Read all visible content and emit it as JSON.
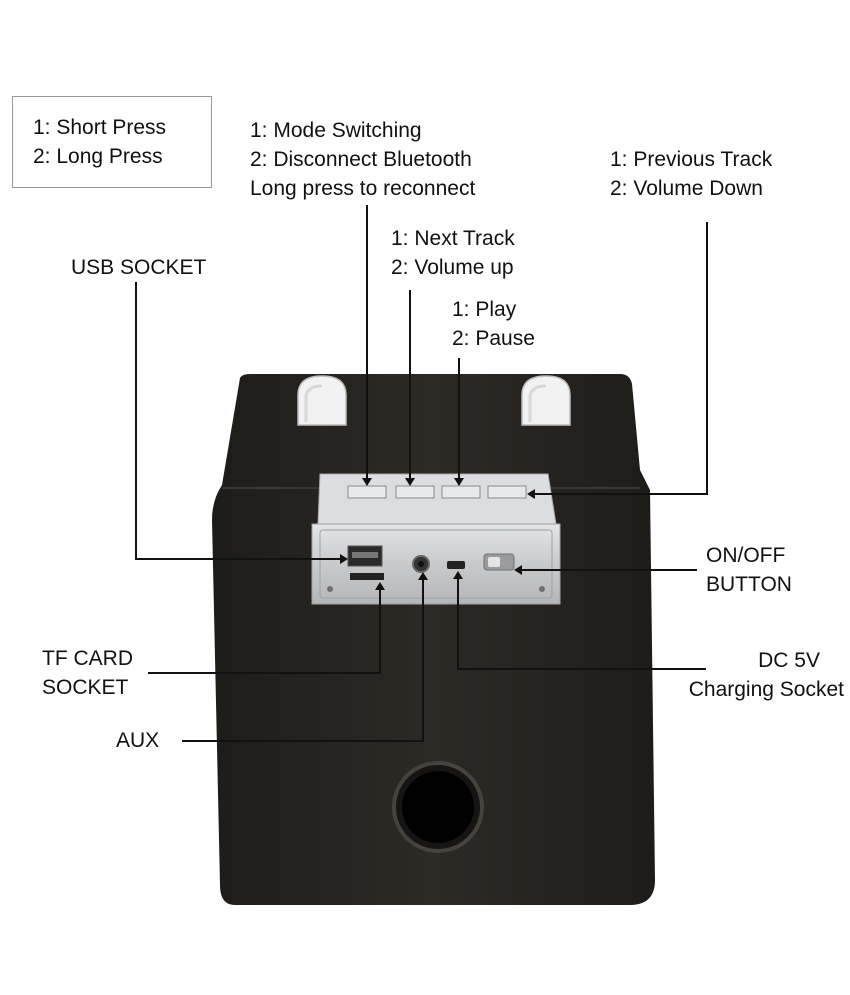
{
  "legend": {
    "line1": "1: Short Press",
    "line2": "2: Long Press"
  },
  "labels": {
    "mode": {
      "line1": "1: Mode Switching",
      "line2": "2: Disconnect Bluetooth",
      "line3": "Long press to reconnect"
    },
    "previous": {
      "line1": "1: Previous Track",
      "line2": "2: Volume Down"
    },
    "next": {
      "line1": "1: Next Track",
      "line2": "2: Volume up"
    },
    "play": {
      "line1": "1: Play",
      "line2": "2: Pause"
    },
    "usb": "USB SOCKET",
    "onoff": {
      "line1": "ON/OFF",
      "line2": "BUTTON"
    },
    "tf": {
      "line1": "TF CARD",
      "line2": "SOCKET"
    },
    "dc": {
      "line1": "DC 5V",
      "line2": "Charging Socket"
    },
    "aux": "AUX"
  },
  "colors": {
    "speaker_body": "#2a2723",
    "panel": "#cfd0d2",
    "leader_line": "#111111"
  }
}
